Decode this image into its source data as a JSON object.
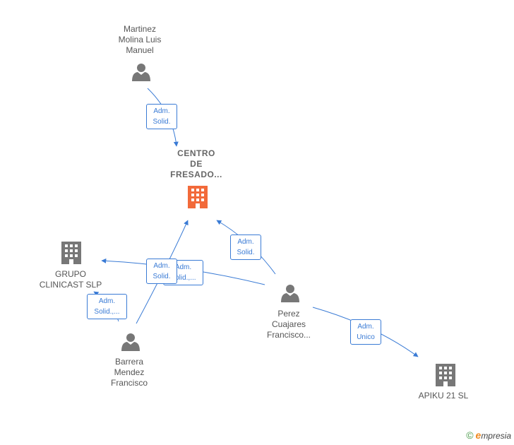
{
  "nodes": {
    "main": {
      "line1": "CENTRO",
      "line2": "DE",
      "line3": "FRESADO..."
    },
    "martinez": {
      "line1": "Martinez",
      "line2": "Molina Luis",
      "line3": "Manuel"
    },
    "grupo": {
      "line1": "GRUPO",
      "line2": "CLINICAST  SLP"
    },
    "barrera": {
      "line1": "Barrera",
      "line2": "Mendez",
      "line3": "Francisco"
    },
    "perez": {
      "line1": "Perez",
      "line2": "Cuajares",
      "line3": "Francisco..."
    },
    "apiku": {
      "line1": "APIKU 21  SL"
    }
  },
  "relations": {
    "r1": {
      "line1": "Adm.",
      "line2": "Solid."
    },
    "r2": {
      "line1": "Adm.",
      "line2": "Solid."
    },
    "r3": {
      "line1": "Adm.",
      "line2": "Solid.,..."
    },
    "r4": {
      "line1": "Adm.",
      "line2": "Solid."
    },
    "r5": {
      "line1": "Adm.",
      "line2": "Solid.,..."
    },
    "r6": {
      "line1": "Adm.",
      "line2": "Unico"
    }
  },
  "footer": {
    "copyright": "©",
    "brand_initial": "e",
    "brand_rest": "mpresia"
  },
  "colors": {
    "edge": "#3a7bd5",
    "main_company": "#f26a3a",
    "node": "#777777"
  }
}
